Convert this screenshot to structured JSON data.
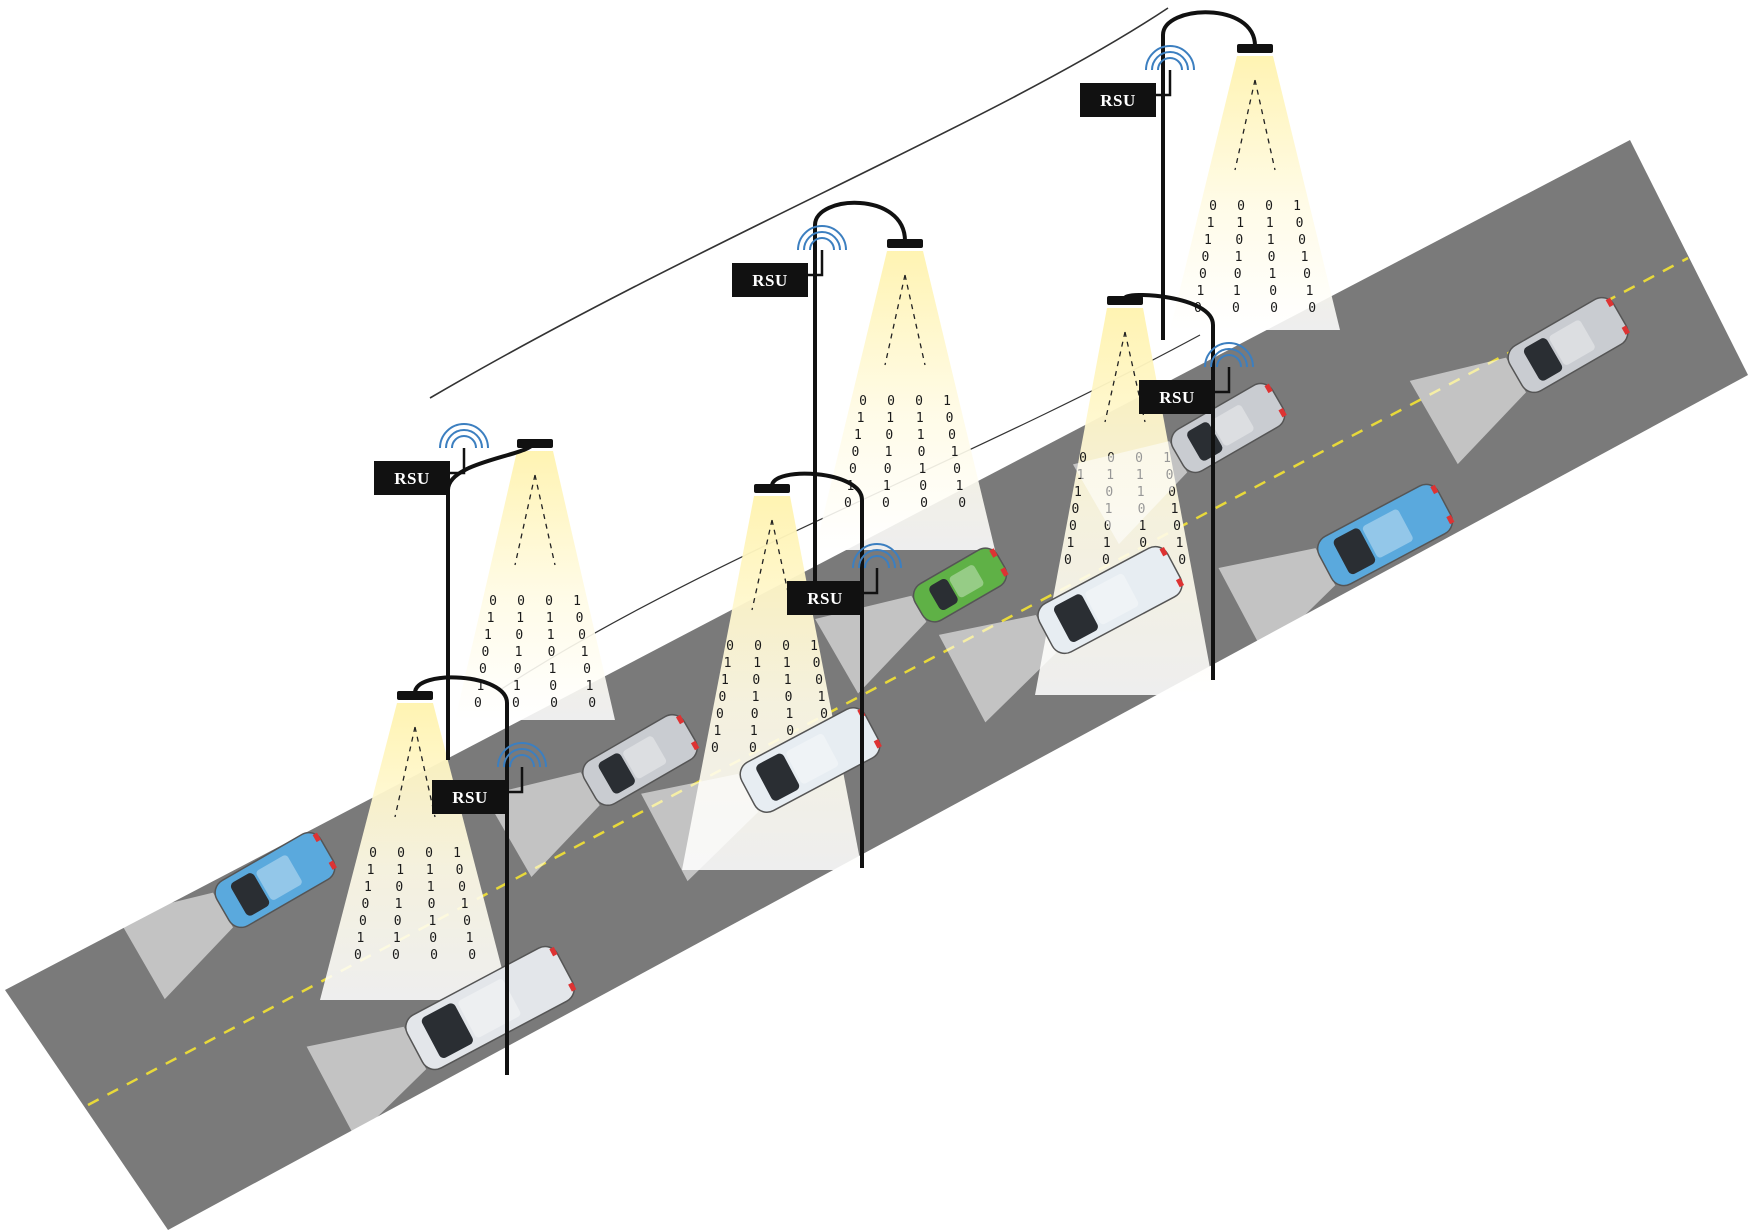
{
  "diagram": {
    "unit_label": "RSU",
    "bit_columns": [
      "0110010",
      "0101010",
      "0110100",
      "1001010"
    ],
    "colors": {
      "road": "#7a7a7a",
      "lane_marking": "#e8d93a",
      "pole": "#111111",
      "rsu_box": "#111111",
      "light_beam": "#fff6c8",
      "signal": "#3c7fc0",
      "wire": "#333333"
    },
    "vehicles": [
      {
        "name": "blue-pickup-truck",
        "color": "#5aa9dd"
      },
      {
        "name": "white-minivan",
        "color": "#e3e6ea"
      },
      {
        "name": "silver-sedan",
        "color": "#c9ccd1"
      },
      {
        "name": "white-van",
        "color": "#e7edf2"
      },
      {
        "name": "green-hatchback",
        "color": "#5fb146"
      },
      {
        "name": "white-van",
        "color": "#e7edf2"
      },
      {
        "name": "silver-sedan",
        "color": "#c9ccd1"
      },
      {
        "name": "blue-pickup-truck",
        "color": "#5aa9dd"
      },
      {
        "name": "silver-sedan",
        "color": "#c9ccd1"
      }
    ]
  }
}
